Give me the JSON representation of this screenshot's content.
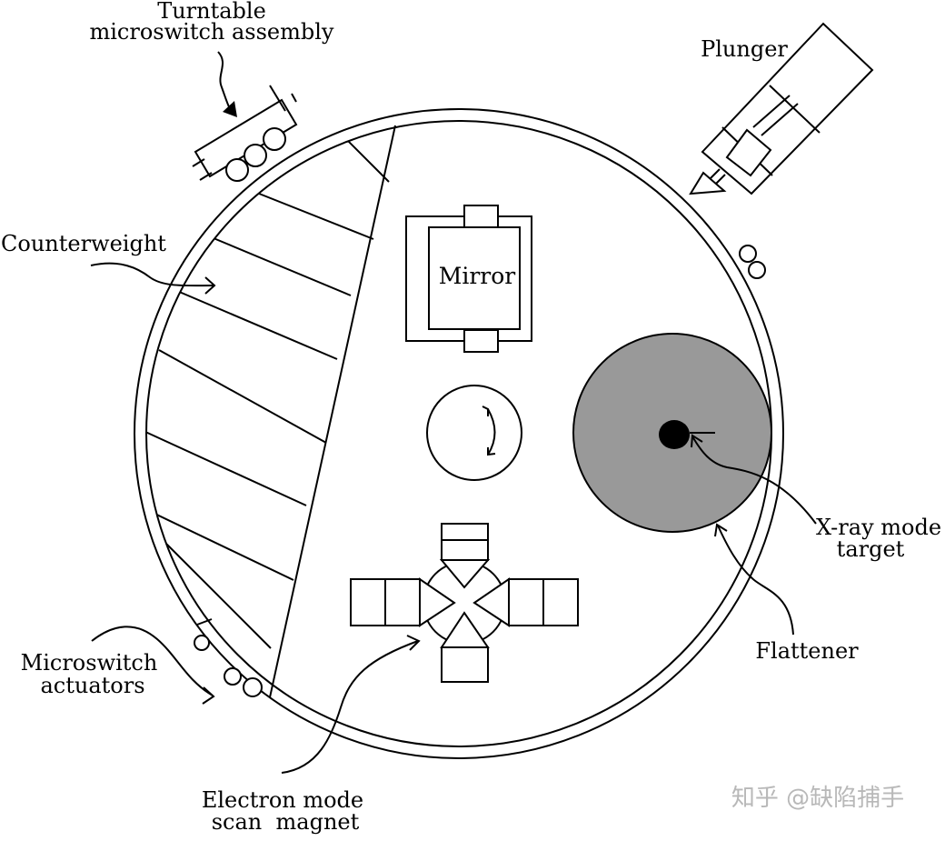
{
  "diagram": {
    "labels": {
      "turntable_line1": "Turntable",
      "turntable_line2": "microswitch assembly",
      "plunger": "Plunger",
      "counterweight": "Counterweight",
      "mirror": "Mirror",
      "xray_line1": "X-ray mode",
      "xray_line2": "target",
      "flattener": "Flattener",
      "microswitch_line1": "Microswitch",
      "microswitch_line2": "actuators",
      "electron_line1": "Electron mode",
      "electron_line2": "scan  magnet"
    },
    "colors": {
      "line": "#000000",
      "flattener_fill": "#999999",
      "target_fill": "#000000",
      "watermark": "#b8b8b8"
    },
    "icons": {
      "rotation": "rotation-arrow-icon"
    }
  },
  "watermark": "知乎 @缺陷捕手"
}
